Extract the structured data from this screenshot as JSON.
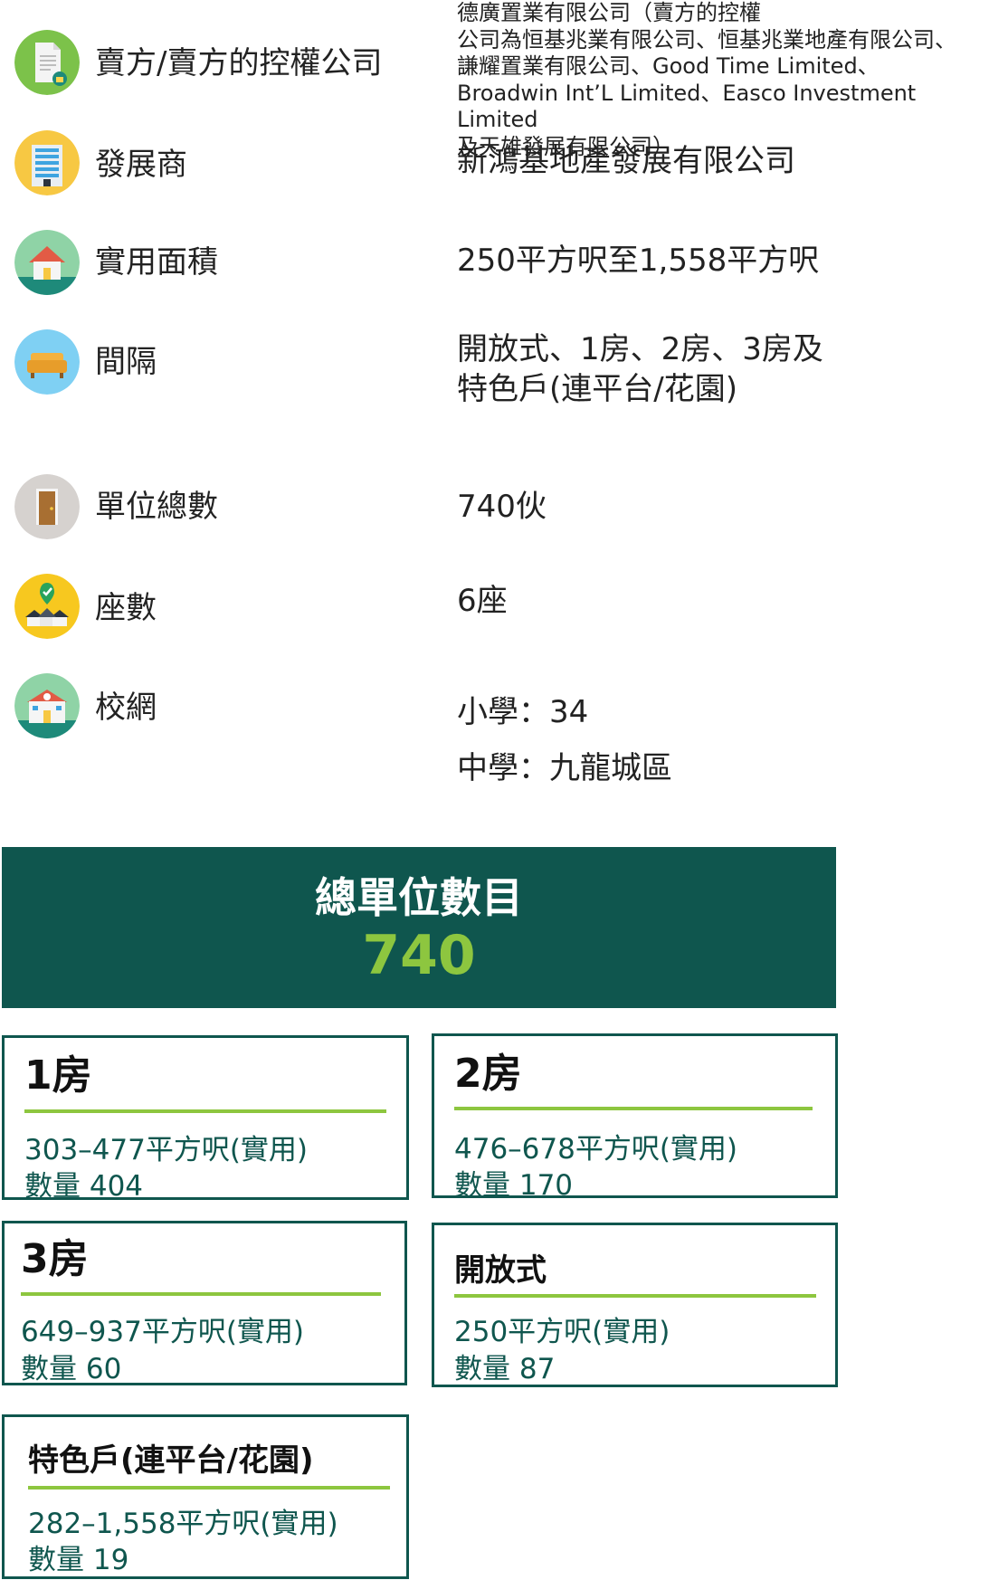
{
  "details": [
    {
      "label": "賣方/賣方的控權公司",
      "icon": "document-icon",
      "value_lines": [
        "德廣置業有限公司（賣方的控權",
        "公司為恒基兆業有限公司、恒基兆業地產有限公司、",
        "謙耀置業有限公司、Good Time Limited、",
        "Broadwin Int’L Limited、Easco Investment Limited",
        "及天雄發展有限公司）"
      ]
    },
    {
      "label": "發展商",
      "icon": "building-icon",
      "value_lines": [
        "新鴻基地產發展有限公司"
      ]
    },
    {
      "label": "實用面積",
      "icon": "house-icon",
      "value_lines": [
        "250平方呎至1,558平方呎"
      ]
    },
    {
      "label": "間隔",
      "icon": "sofa-icon",
      "value_lines": [
        "開放式、1房、2房、3房及",
        "特色戶(連平台/花園)"
      ]
    },
    {
      "label": "單位總數",
      "icon": "door-icon",
      "value_lines": [
        "740伙"
      ]
    },
    {
      "label": "座數",
      "icon": "houses-pin-icon",
      "value_lines": [
        "6座"
      ]
    },
    {
      "label": "校網",
      "icon": "school-icon",
      "value_lines": [
        "小學：34",
        "中學：九龍城區"
      ]
    }
  ],
  "summary": {
    "title": "總單位數目",
    "total": "740"
  },
  "unit_types": [
    {
      "title": "1房",
      "area": "303–477平方呎(實用)",
      "count": "數量 404"
    },
    {
      "title": "2房",
      "area": "476–678平方呎(實用)",
      "count": "數量 170"
    },
    {
      "title": "3房",
      "area": "649–937平方呎(實用)",
      "count": "數量 60"
    },
    {
      "title": "開放式",
      "area": "250平方呎(實用)",
      "count": "數量 87"
    },
    {
      "title": "特色戶(連平台/花園)",
      "area": "282–1,558平方呎(實用)",
      "count": "數量 19"
    }
  ],
  "colors": {
    "primary": "#0f564e",
    "accent": "#8dc63f"
  }
}
